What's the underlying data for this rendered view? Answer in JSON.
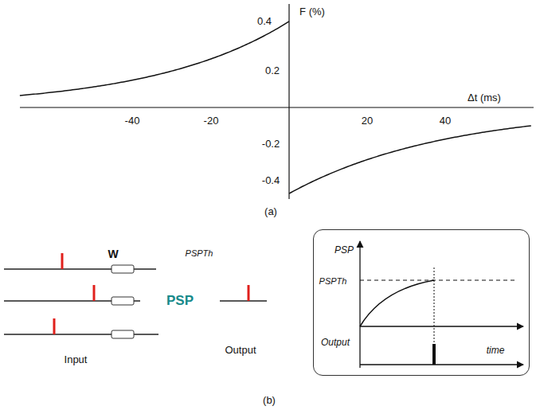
{
  "diagram": {
    "nodes": [
      {
        "text": [
          "W",
          "PSPTh"
        ]
      },
      {
        "text": [
          "PSP"
        ],
        "in": 0
      },
      {
        "text": [
          "PSP",
          "PSPTh",
          "Output",
          "time"
        ]
      }
    ],
    "labels": [
      "F (%)",
      "0.4",
      "0.2",
      "Δt (ms)",
      "-40",
      "-20",
      "20",
      "40",
      "-0.2",
      "-0.4",
      "(a)",
      "Input",
      "Output",
      "(b)"
    ]
  }
}
